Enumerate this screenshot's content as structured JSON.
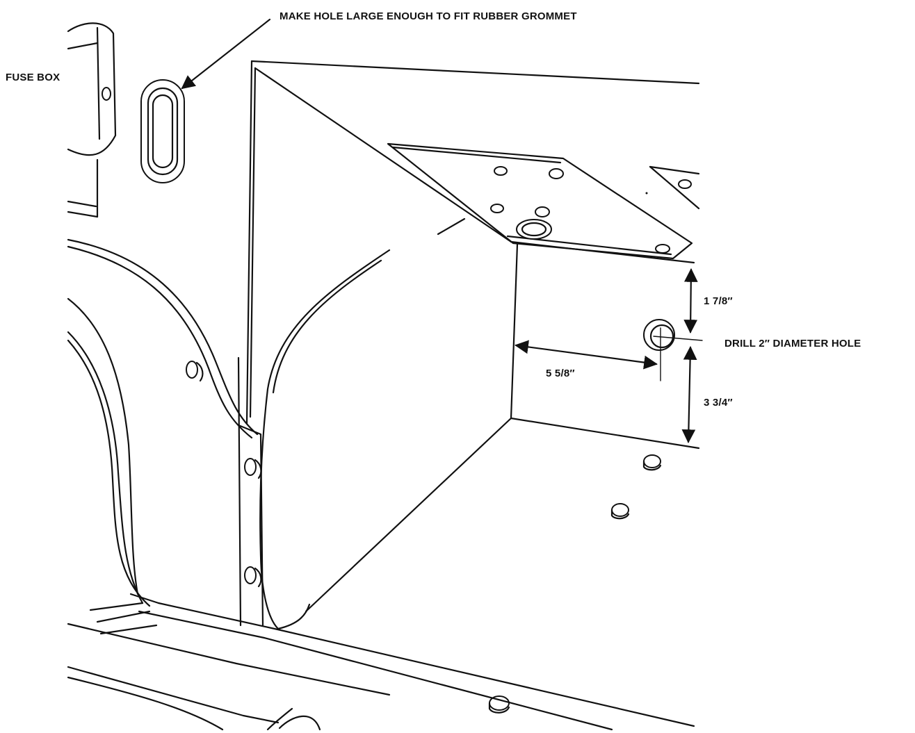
{
  "labels": {
    "fuse_box": "FUSE BOX",
    "grommet_note": "MAKE HOLE LARGE ENOUGH TO FIT RUBBER GROMMET",
    "dim_top": "1 7/8″",
    "drill_note": "DRILL 2″ DIAMETER HOLE",
    "dim_horizontal": "5 5/8″",
    "dim_bottom": "3 3/4″"
  },
  "colors": {
    "line": "#111111",
    "background": "#ffffff"
  }
}
